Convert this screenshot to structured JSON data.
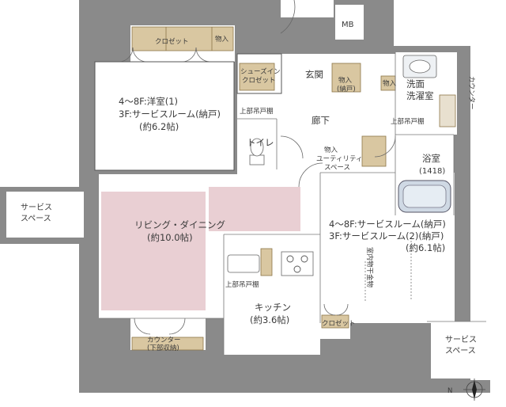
{
  "labels": {
    "mb": "MB",
    "closet_top": "クロゼット",
    "storage_top": "物入",
    "room1_line1": "4～8F:洋室(1)",
    "room1_line2": "3F:サービスルーム(納戸)",
    "room1_line3": "(約6.2帖)",
    "shoe_line1": "シューズイン",
    "shoe_line2": "クロゼット",
    "entrance": "玄関",
    "storage_nando_line1": "物入",
    "storage_nando_line2": "(納戸)",
    "storage_small": "物入",
    "washroom_line1": "洗面",
    "washroom_line2": "洗濯室",
    "counter_right": "カウンター",
    "upper_shelf_toilet": "上部吊戸棚",
    "corridor": "廊下",
    "upper_shelf_wash": "上部吊戸棚",
    "toilet": "トイレ",
    "utility_line1": "物入",
    "utility_line2": "ユーティリティ",
    "utility_line3": "スペース",
    "bath_line1": "浴室",
    "bath_line2": "(1418)",
    "service_left_line1": "サービス",
    "service_left_line2": "スペース",
    "living_line1": "リビング・ダイニング",
    "living_line2": "(約10.0帖)",
    "room2_line1": "4～8F:サービスルーム(納戸)",
    "room2_line2": "3F:サービスルーム(2)(納戸)",
    "room2_line3": "(約6.1帖)",
    "laundry_hardware": "室内物干金物",
    "upper_shelf_kitchen": "上部吊戸棚",
    "kitchen_line1": "キッチン",
    "kitchen_line2": "(約3.6帖)",
    "closet_bottom": "クロゼット",
    "counter_bottom_line1": "カウンター",
    "counter_bottom_line2": "(下部収納)",
    "service_right_line1": "サービス",
    "service_right_line2": "スペース",
    "north": "N"
  },
  "colors": {
    "wall": "#8a8a8a",
    "ldk_highlight": "#e9cfd3",
    "storage_wood": "#d9c7a1",
    "bath_blue": "#cfd9e4"
  },
  "icons": [
    "compass-icon",
    "stove-icon",
    "sink-icon",
    "toilet-icon",
    "bathtub-icon",
    "washbasin-icon"
  ]
}
